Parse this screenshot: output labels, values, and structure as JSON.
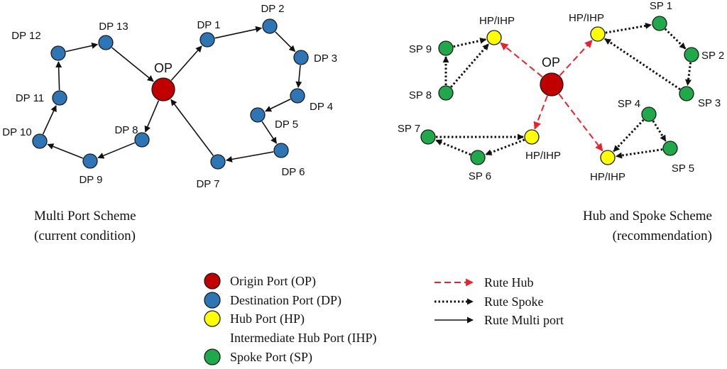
{
  "colors": {
    "origin": "#c00000",
    "destination": "#2e75b6",
    "hub": "#ffff00",
    "spoke": "#21a84a",
    "hub_route": "#e8242b",
    "outline": "#1a1a1a"
  },
  "captions": {
    "multi": [
      "Multi Port Scheme",
      "(current condition)"
    ],
    "hub": [
      "Hub and Spoke Scheme",
      "(recommendation)"
    ]
  },
  "multi_port": {
    "nodes": [
      {
        "id": "OP",
        "label": "OP",
        "type": "origin"
      },
      {
        "id": "DP1",
        "label": "DP 1",
        "type": "destination"
      },
      {
        "id": "DP2",
        "label": "DP 2",
        "type": "destination"
      },
      {
        "id": "DP3",
        "label": "DP 3",
        "type": "destination"
      },
      {
        "id": "DP4",
        "label": "DP 4",
        "type": "destination"
      },
      {
        "id": "DP5",
        "label": "DP 5",
        "type": "destination"
      },
      {
        "id": "DP6",
        "label": "DP 6",
        "type": "destination"
      },
      {
        "id": "DP7",
        "label": "DP 7",
        "type": "destination"
      },
      {
        "id": "DP8",
        "label": "DP 8",
        "type": "destination"
      },
      {
        "id": "DP9",
        "label": "DP 9",
        "type": "destination"
      },
      {
        "id": "DP10",
        "label": "DP 10",
        "type": "destination"
      },
      {
        "id": "DP11",
        "label": "DP 11",
        "type": "destination"
      },
      {
        "id": "DP12",
        "label": "DP 12",
        "type": "destination"
      },
      {
        "id": "DP13",
        "label": "DP 13",
        "type": "destination"
      }
    ],
    "edges": [
      {
        "from": "OP",
        "to": "DP1"
      },
      {
        "from": "DP1",
        "to": "DP2"
      },
      {
        "from": "DP2",
        "to": "DP3"
      },
      {
        "from": "DP3",
        "to": "DP4"
      },
      {
        "from": "DP4",
        "to": "DP5"
      },
      {
        "from": "DP5",
        "to": "DP6"
      },
      {
        "from": "DP6",
        "to": "DP7"
      },
      {
        "from": "DP7",
        "to": "OP"
      },
      {
        "from": "OP",
        "to": "DP8"
      },
      {
        "from": "DP8",
        "to": "DP9"
      },
      {
        "from": "DP9",
        "to": "DP10"
      },
      {
        "from": "DP10",
        "to": "DP11"
      },
      {
        "from": "DP11",
        "to": "DP12"
      },
      {
        "from": "DP12",
        "to": "DP13"
      },
      {
        "from": "DP13",
        "to": "OP"
      }
    ]
  },
  "hub_spoke": {
    "nodes": [
      {
        "id": "OP",
        "label": "OP",
        "type": "origin"
      },
      {
        "id": "HPa",
        "label": "HP/IHP",
        "type": "hub"
      },
      {
        "id": "HPb",
        "label": "HP/IHP",
        "type": "hub"
      },
      {
        "id": "HPc",
        "label": "HP/IHP",
        "type": "hub"
      },
      {
        "id": "HPd",
        "label": "HP/IHP",
        "type": "hub"
      },
      {
        "id": "SP1",
        "label": "SP 1",
        "type": "spoke"
      },
      {
        "id": "SP2",
        "label": "SP 2",
        "type": "spoke"
      },
      {
        "id": "SP3",
        "label": "SP 3",
        "type": "spoke"
      },
      {
        "id": "SP4",
        "label": "SP 4",
        "type": "spoke"
      },
      {
        "id": "SP5",
        "label": "SP 5",
        "type": "spoke"
      },
      {
        "id": "SP6",
        "label": "SP 6",
        "type": "spoke"
      },
      {
        "id": "SP7",
        "label": "SP 7",
        "type": "spoke"
      },
      {
        "id": "SP8",
        "label": "SP 8",
        "type": "spoke"
      },
      {
        "id": "SP9",
        "label": "SP 9",
        "type": "spoke"
      }
    ],
    "edges": [
      {
        "from": "OP",
        "to": "HPa",
        "route": "hub"
      },
      {
        "from": "OP",
        "to": "HPb",
        "route": "hub"
      },
      {
        "from": "OP",
        "to": "HPc",
        "route": "hub"
      },
      {
        "from": "OP",
        "to": "HPd",
        "route": "hub"
      },
      {
        "from": "HPb",
        "to": "SP1",
        "route": "spoke"
      },
      {
        "from": "SP1",
        "to": "SP2",
        "route": "spoke"
      },
      {
        "from": "SP2",
        "to": "SP3",
        "route": "spoke"
      },
      {
        "from": "SP3",
        "to": "HPb",
        "route": "spoke"
      },
      {
        "from": "SP8",
        "to": "SP9",
        "route": "spoke"
      },
      {
        "from": "SP9",
        "to": "HPa",
        "route": "spoke"
      },
      {
        "from": "SP8",
        "to": "HPa",
        "route": "spoke"
      },
      {
        "from": "SP7",
        "to": "HPc",
        "route": "spoke"
      },
      {
        "from": "HPc",
        "to": "SP6",
        "route": "spoke"
      },
      {
        "from": "SP6",
        "to": "SP7",
        "route": "spoke"
      },
      {
        "from": "SP4",
        "to": "HPd",
        "route": "spoke"
      },
      {
        "from": "SP4",
        "to": "SP5",
        "route": "spoke"
      },
      {
        "from": "SP5",
        "to": "HPd",
        "route": "spoke"
      }
    ]
  },
  "legend": {
    "nodes": [
      {
        "type": "origin",
        "label": "Origin Port (OP)"
      },
      {
        "type": "destination",
        "label": "Destination Port (DP)"
      },
      {
        "type": "hub",
        "label": "Hub Port (HP)"
      },
      {
        "type": "none",
        "label": "Intermediate Hub Port (IHP)"
      },
      {
        "type": "spoke",
        "label": "Spoke Port (SP)"
      }
    ],
    "routes": [
      {
        "route": "hub",
        "label": "Rute Hub"
      },
      {
        "route": "spoke",
        "label": "Rute Spoke"
      },
      {
        "route": "multi",
        "label": "Rute Multi port"
      }
    ]
  }
}
